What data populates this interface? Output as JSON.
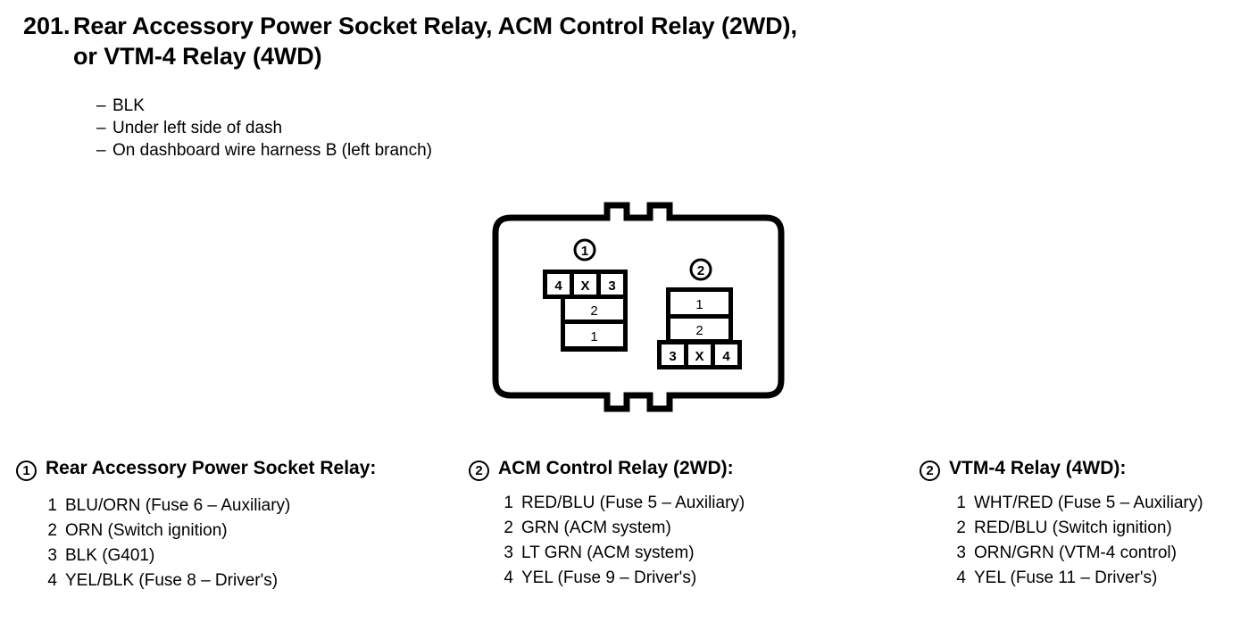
{
  "section": {
    "number": "201.",
    "title_line_1": "Rear Accessory Power Socket Relay, ACM Control Relay (2WD),",
    "title_line_2": "or VTM-4 Relay (4WD)"
  },
  "details": [
    {
      "dash": "–",
      "text": "BLK"
    },
    {
      "dash": "–",
      "text": "Under left side of dash"
    },
    {
      "dash": "–",
      "text": "On dashboard wire harness B (left branch)"
    }
  ],
  "diagram": {
    "connector_1": {
      "marker": "1",
      "top_row": [
        "4",
        "X",
        "3"
      ],
      "middle_cell": "2",
      "bottom_cell": "1"
    },
    "connector_2": {
      "marker": "2",
      "top_cell": "1",
      "middle_cell": "2",
      "bottom_row": [
        "3",
        "X",
        "4"
      ]
    }
  },
  "legend": [
    {
      "marker": "1",
      "title": "Rear Accessory Power Socket Relay:",
      "pins": [
        {
          "num": "1",
          "desc": "BLU/ORN (Fuse 6 – Auxiliary)"
        },
        {
          "num": "2",
          "desc": "ORN (Switch ignition)"
        },
        {
          "num": "3",
          "desc": "BLK (G401)"
        },
        {
          "num": "4",
          "desc": "YEL/BLK (Fuse 8 – Driver's)"
        }
      ]
    },
    {
      "marker": "2",
      "title": "ACM Control Relay (2WD):",
      "pins": [
        {
          "num": "1",
          "desc": "RED/BLU (Fuse 5 – Auxiliary)"
        },
        {
          "num": "2",
          "desc": "GRN (ACM system)"
        },
        {
          "num": "3",
          "desc": "LT GRN (ACM system)"
        },
        {
          "num": "4",
          "desc": "YEL (Fuse 9 – Driver's)"
        }
      ]
    },
    {
      "marker": "2",
      "title": "VTM-4 Relay (4WD):",
      "pins": [
        {
          "num": "1",
          "desc": "WHT/RED (Fuse 5 – Auxiliary)"
        },
        {
          "num": "2",
          "desc": "RED/BLU (Switch ignition)"
        },
        {
          "num": "3",
          "desc": "ORN/GRN (VTM-4 control)"
        },
        {
          "num": "4",
          "desc": "YEL (Fuse 11 – Driver's)"
        }
      ]
    }
  ],
  "colors": {
    "ink": "#000000",
    "paper": "#ffffff"
  }
}
